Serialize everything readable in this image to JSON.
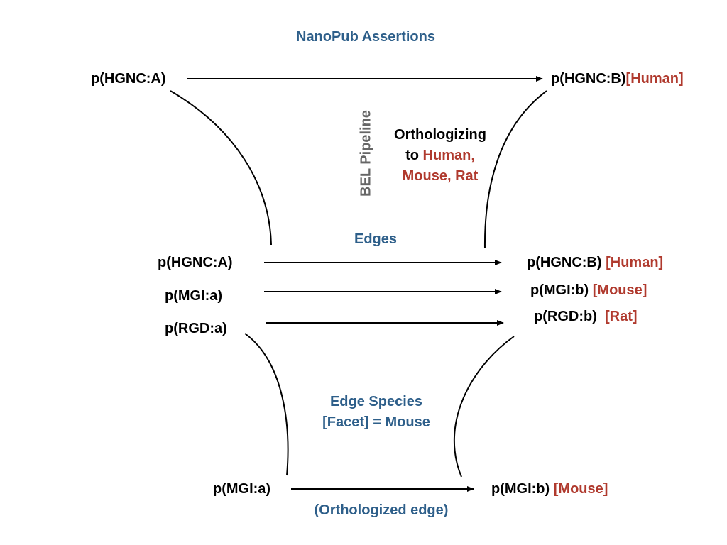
{
  "colors": {
    "blue": "#2e5f8a",
    "red": "#b03a2e",
    "gray": "#666666",
    "black": "#000000"
  },
  "title": "NanoPub Assertions",
  "pipeline_label": "BEL Pipeline",
  "orthologizing": {
    "line1": "Orthologizing",
    "line2_prefix": "to",
    "line2_species": "Human,",
    "line3": "Mouse, Rat"
  },
  "edges_label": "Edges",
  "edge_species": {
    "line1": "Edge Species",
    "line2": "[Facet] = Mouse"
  },
  "orthologized_edge_label": "(Orthologized edge)",
  "top_edge": {
    "source": "p(HGNC:A)",
    "target": "p(HGNC:B)",
    "target_tag": "[Human]"
  },
  "middle_edges": [
    {
      "source": "p(HGNC:A)",
      "target": "p(HGNC:B)",
      "tag": "[Human]"
    },
    {
      "source": "p(MGI:a)",
      "target": "p(MGI:b)",
      "tag": "[Mouse]"
    },
    {
      "source": "p(RGD:a)",
      "target": "p(RGD:b)",
      "tag": "[Rat]"
    }
  ],
  "bottom_edge": {
    "source": "p(MGI:a)",
    "target": "p(MGI:b)",
    "target_tag": "[Mouse]"
  }
}
